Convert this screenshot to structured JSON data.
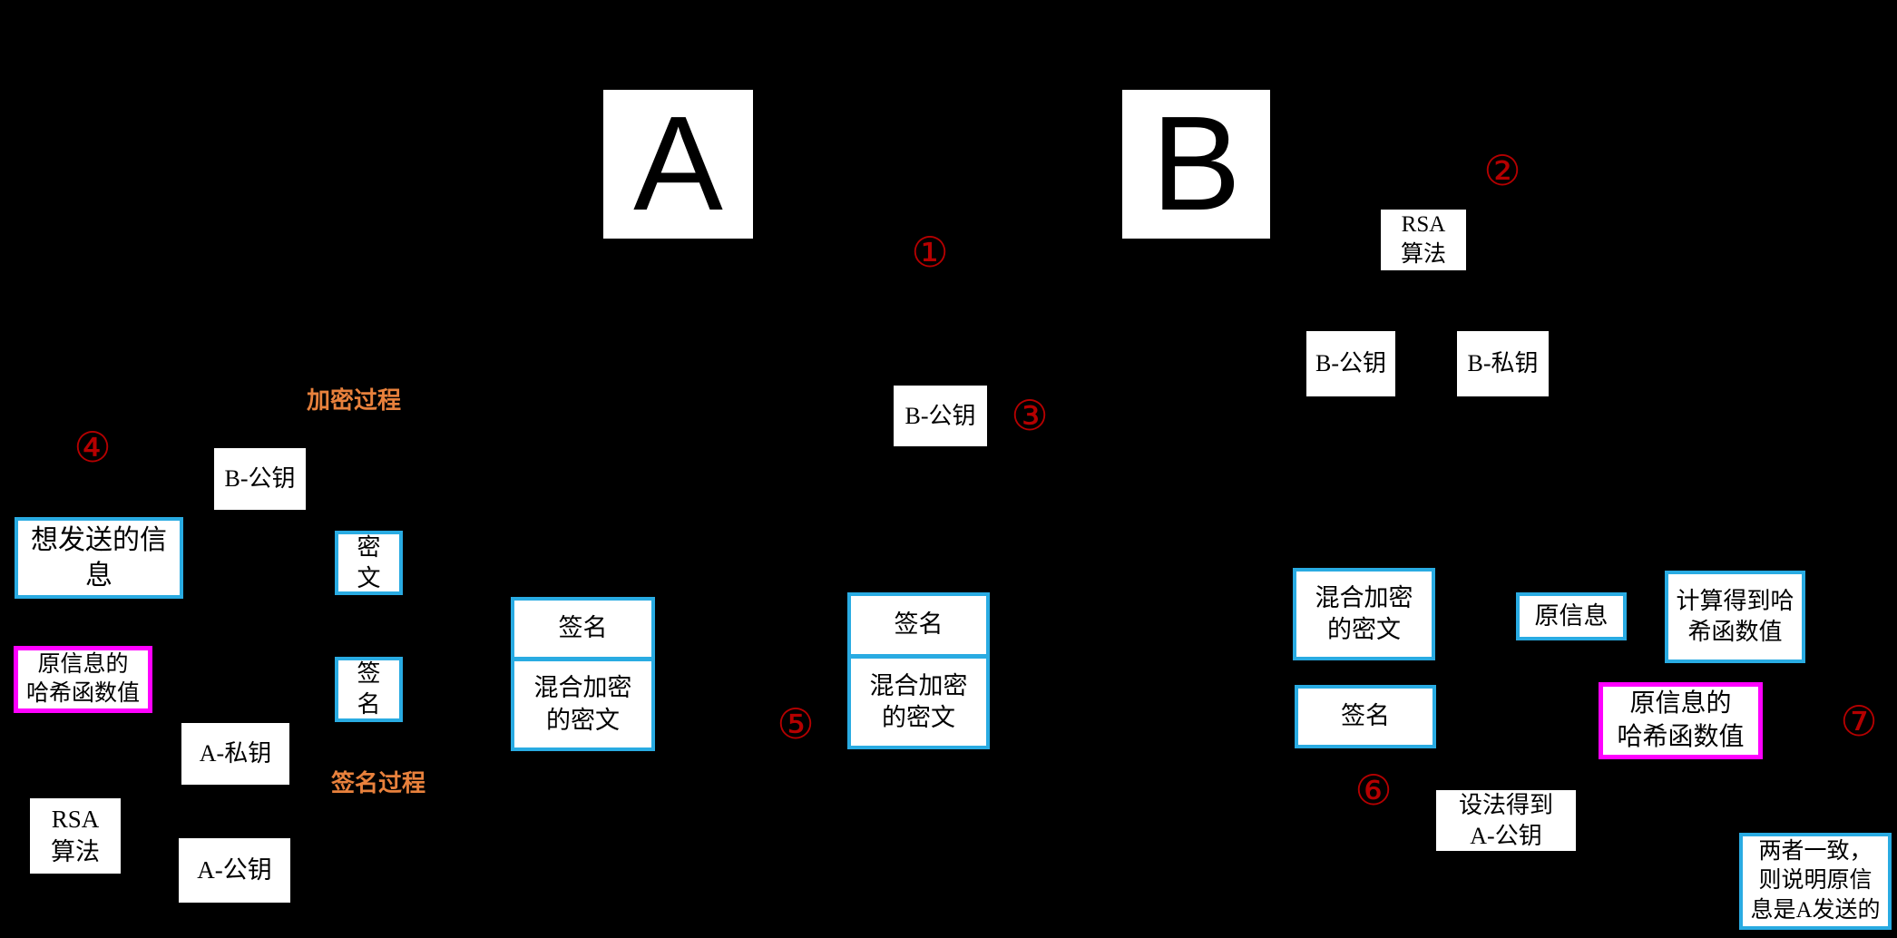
{
  "canvas": {
    "background": "#000000",
    "box_background": "#FFFFFF",
    "accent_cyan": "#29ABE2",
    "accent_magenta": "#FF00FF",
    "accent_red": "#B50000",
    "accent_orange": "#E8813C"
  },
  "parties": {
    "a": "A",
    "b": "B"
  },
  "steps": {
    "s1": "①",
    "s2": "②",
    "s3": "③",
    "s4": "④",
    "s5": "⑤",
    "s6": "⑥",
    "s7": "⑦"
  },
  "process_labels": {
    "encrypt": "加密过程",
    "sign": "签名过程"
  },
  "nodes": {
    "rsa_right": "RSA\n算法",
    "b_pub_right": "B-公钥",
    "b_priv_right": "B-私钥",
    "b_pub_mid": "B-公钥",
    "b_pub_left": "B-公钥",
    "msg_to_send": "想发送的信\n息",
    "ciphertext": "密\n文",
    "hash_left": "原信息的\n哈希函数值",
    "signature_small": "签\n名",
    "a_priv": "A-私钥",
    "rsa_left": "RSA\n算法",
    "a_pub": "A-公钥",
    "stack_left_top": "签名",
    "stack_left_bottom": "混合加密\n的密文",
    "stack_mid_top": "签名",
    "stack_mid_bottom": "混合加密\n的密文",
    "mixed_cipher_right": "混合加密\n的密文",
    "signature_right": "签名",
    "original_msg": "原信息",
    "computed_hash": "计算得到哈\n希函数值",
    "hash_right": "原信息的\n哈希函数值",
    "get_a_pub": "设法得到\nA-公钥",
    "conclusion": "两者一致，\n则说明原信\n息是A发送的"
  }
}
